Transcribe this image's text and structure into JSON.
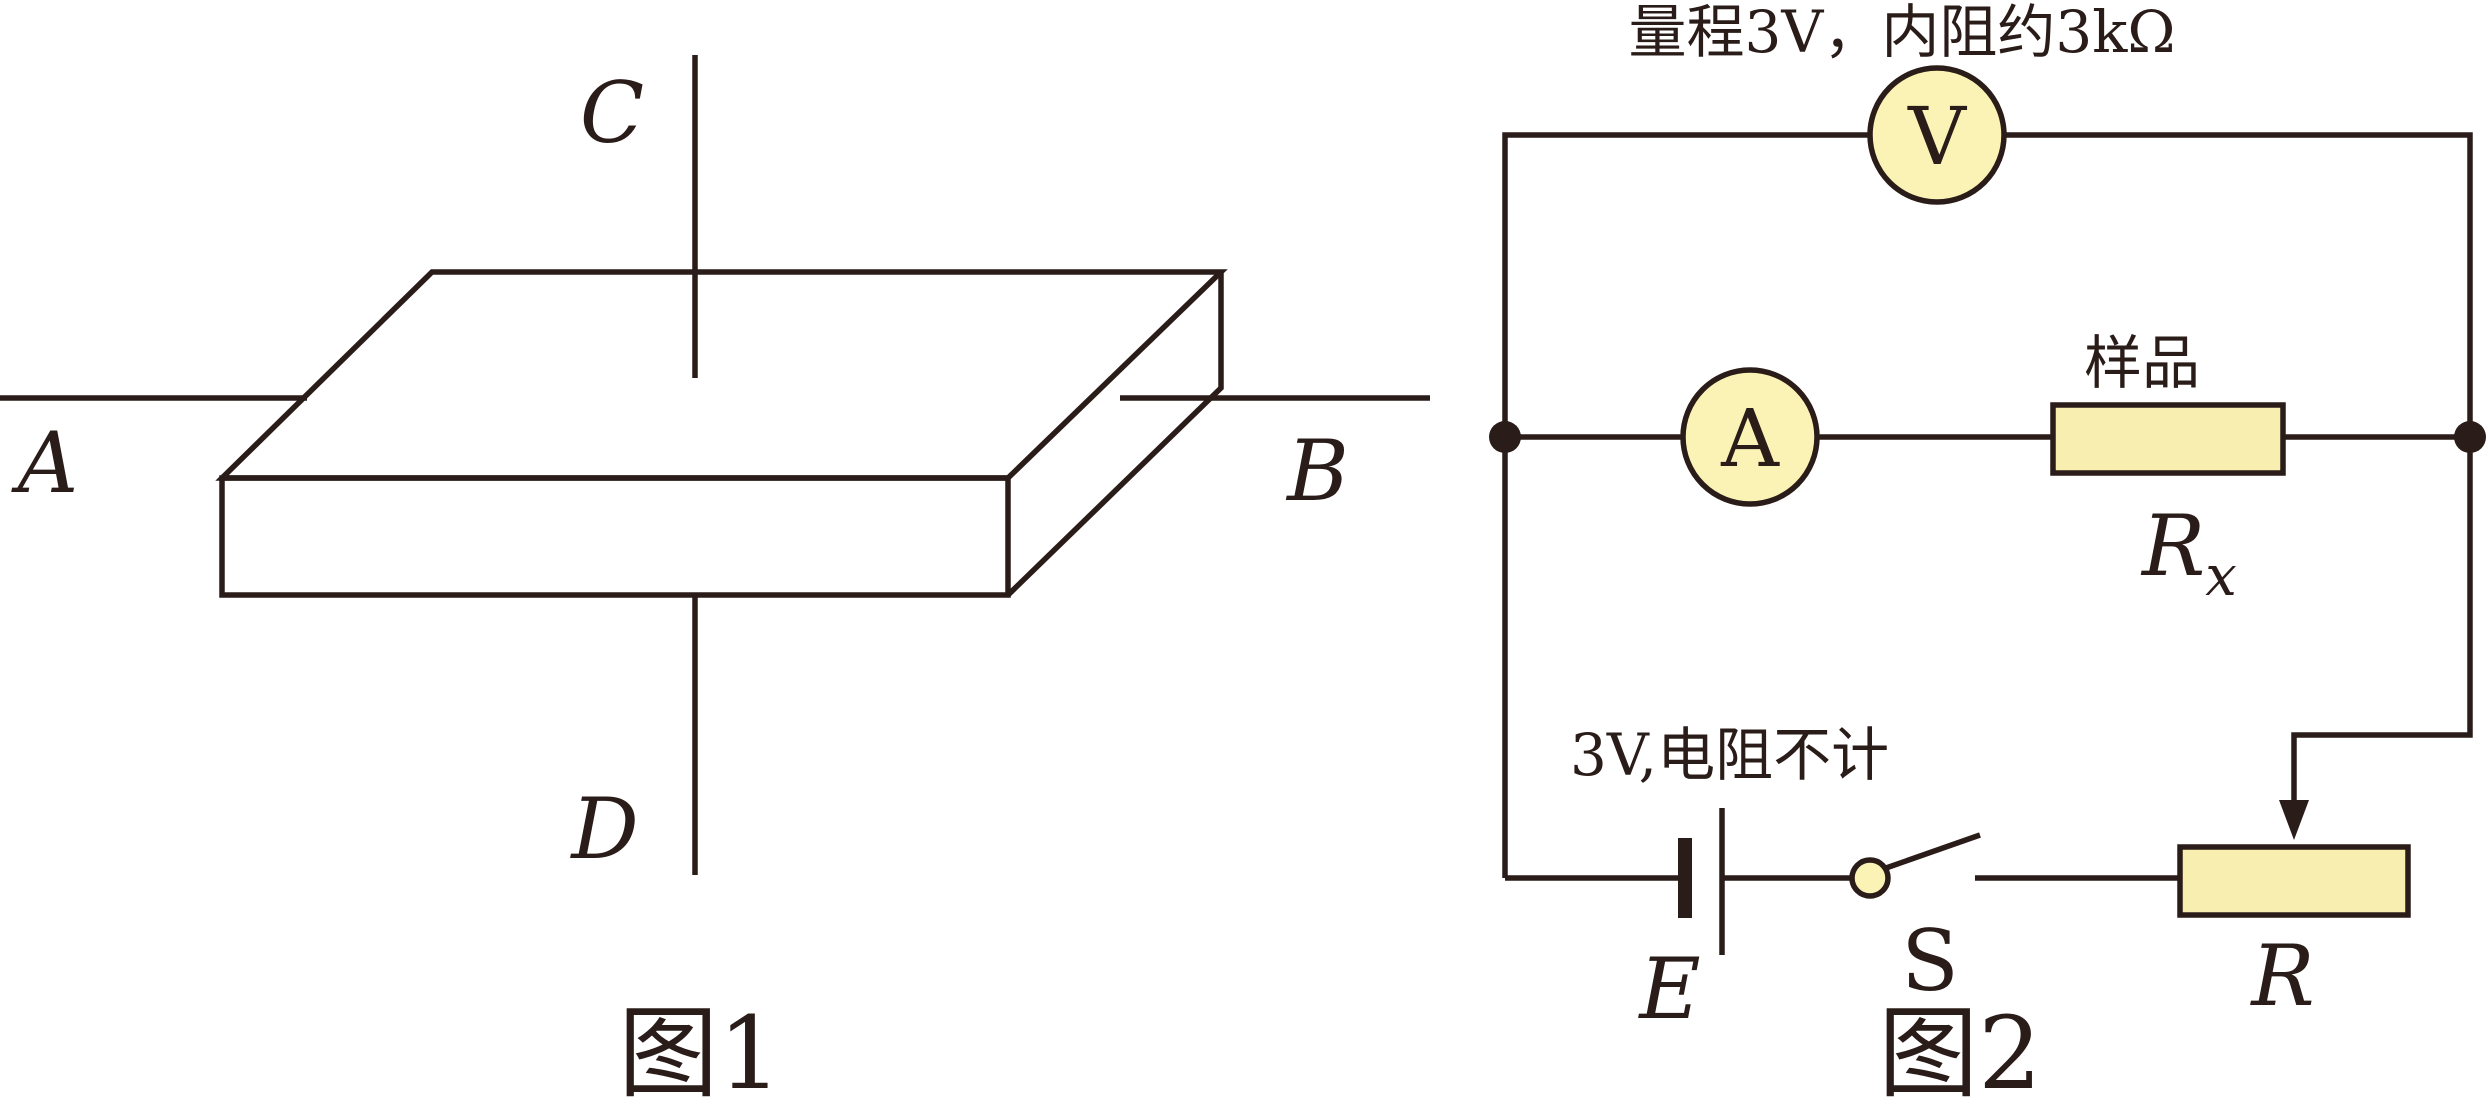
{
  "figure1": {
    "label_a": "A",
    "label_b": "B",
    "label_c": "C",
    "label_d": "D",
    "caption": "图1"
  },
  "figure2": {
    "voltmeter": {
      "symbol": "V",
      "spec": "量程3V，内阻约3kΩ"
    },
    "ammeter": {
      "symbol": "A"
    },
    "sample": {
      "label": "样品",
      "name_main": "R",
      "name_sub": "x"
    },
    "battery": {
      "spec": "3V,电阻不计",
      "name": "E"
    },
    "switch": {
      "name": "S"
    },
    "rheostat": {
      "name": "R"
    },
    "caption": "图2"
  },
  "colors": {
    "line": "#2a1c18",
    "meter_fill": "#fbf3b6",
    "resistor_fill": "#f7eeb0"
  }
}
